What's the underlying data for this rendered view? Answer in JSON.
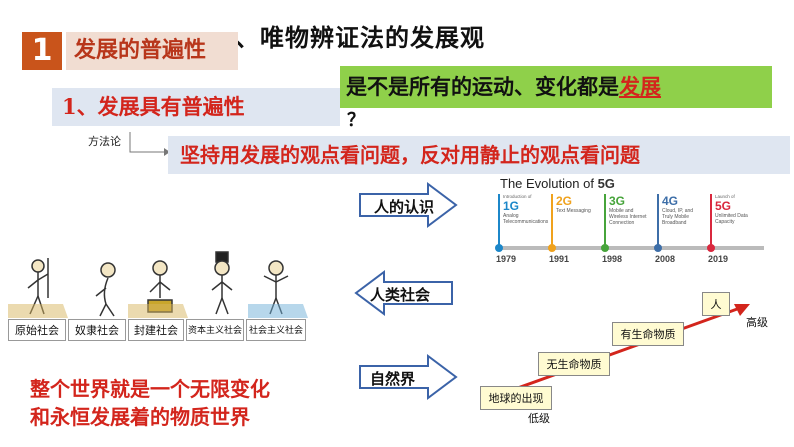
{
  "title": "一、唯物辨证法的发展观",
  "section": {
    "number": "1",
    "label": "发展的普遍性"
  },
  "question": {
    "text_before": "是不是所有的运动、变化都是",
    "highlight": "发展",
    "qmark": "？"
  },
  "point": "1、发展具有普遍性",
  "method_label": "方法论",
  "principle": "坚持用发展的观点看问题，反对用静止的观点看问题",
  "arrows": {
    "human": "人的认识",
    "society": "人类社会",
    "nature": "自然界"
  },
  "evolution_5g": {
    "title_prefix": "The Evolution of ",
    "title_bold": "5G",
    "gens": [
      {
        "intro": "Introduction of",
        "name": "1G",
        "desc": "Analog Telecommunications",
        "year": "1979",
        "color": "#1c87c9"
      },
      {
        "intro": "",
        "name": "2G",
        "desc": "Text Messaging",
        "year": "1991",
        "color": "#f0a21d"
      },
      {
        "intro": "",
        "name": "3G",
        "desc": "Mobile and Wireless Internet Connection",
        "year": "1998",
        "color": "#47a43b"
      },
      {
        "intro": "",
        "name": "4G",
        "desc": "Cloud, IP, and Truly Mobile Broadband",
        "year": "2008",
        "color": "#3d6ea8"
      },
      {
        "intro": "Launch of",
        "name": "5G",
        "desc": "Unlimited Data Capacity",
        "year": "2019",
        "color": "#d9283e"
      }
    ]
  },
  "societies": [
    "原始社会",
    "奴隶社会",
    "封建社会",
    "资本主义社会",
    "社会主义社会"
  ],
  "summary": [
    "整个世界就是一个无限变化",
    "和永恒发展着的物质世界"
  ],
  "stairs": {
    "steps": [
      "地球的出现",
      "无生命物质",
      "有生命物质",
      "人"
    ],
    "low": "低级",
    "high": "高级"
  }
}
